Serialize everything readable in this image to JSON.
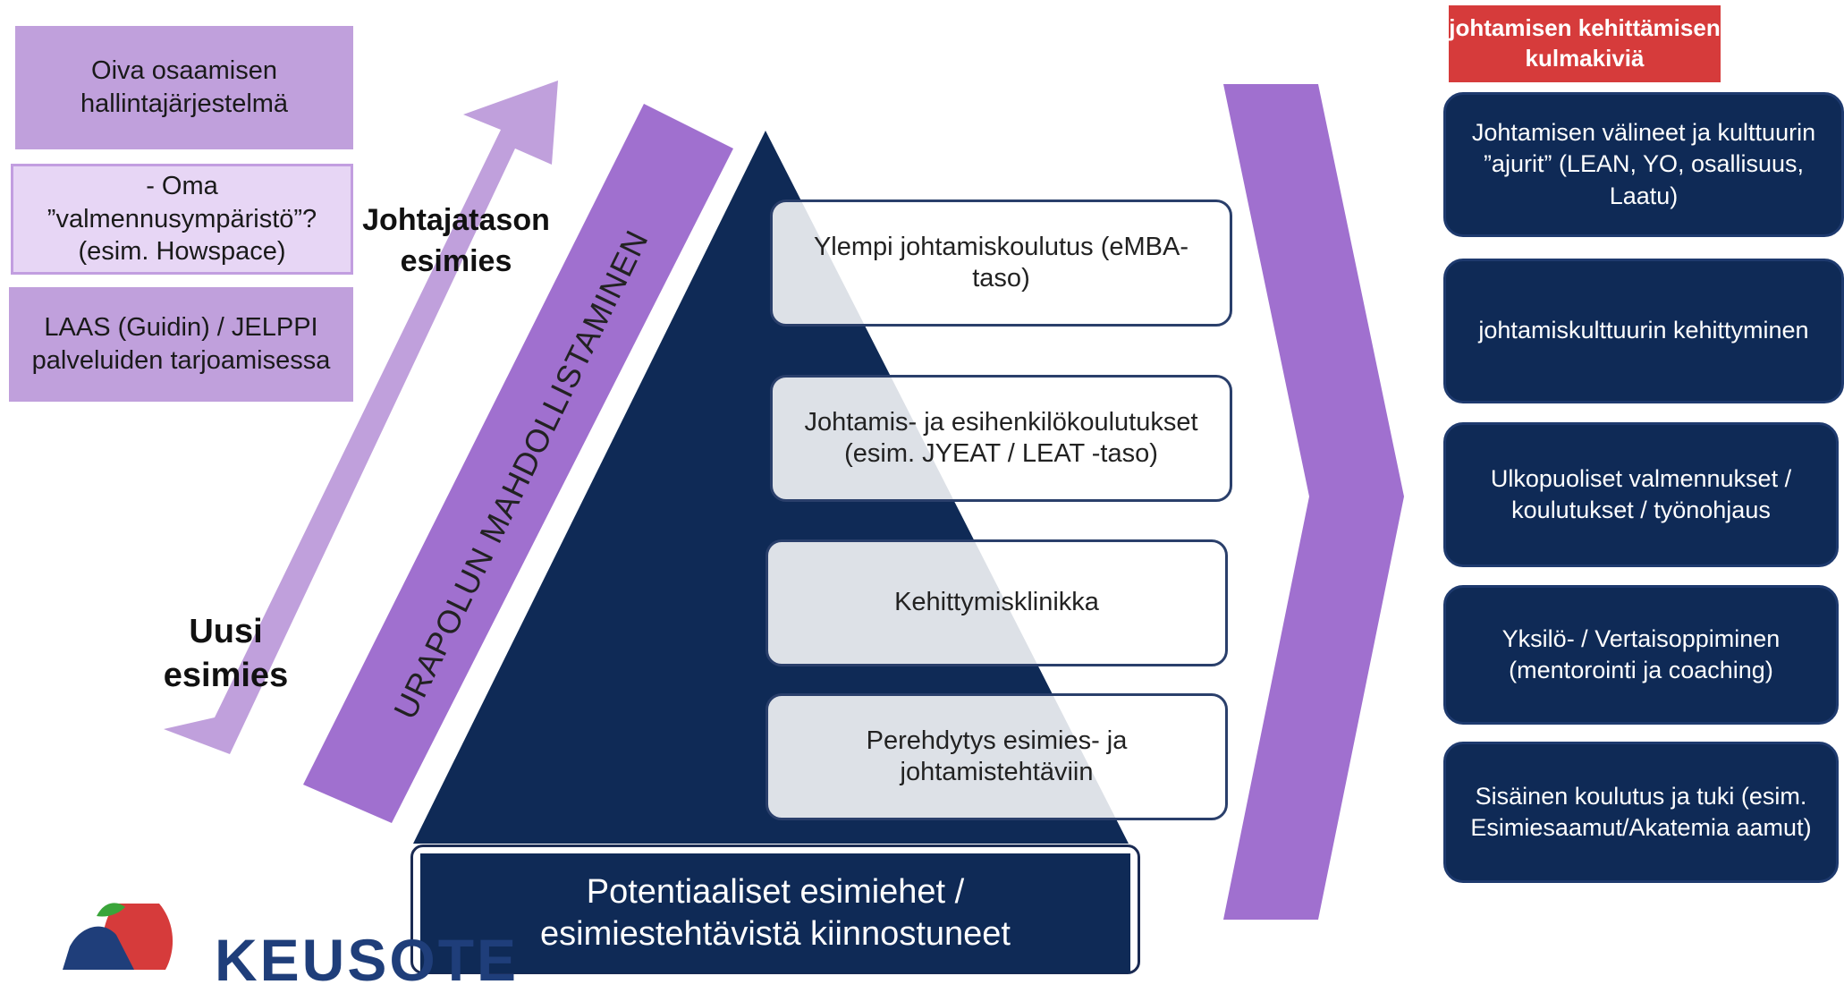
{
  "left_boxes": [
    "Oiva osaamisen hallintajärjestelmä",
    "- Oma ”valmennusympäristö”? (esim. Howspace)",
    "LAAS (Guidin) / JELPPI palveluiden tarjoamisessa"
  ],
  "arrow_labels": {
    "top": "Johtajatason esimies",
    "bottom": "Uusi esimies"
  },
  "vertical_bar_text": "URAPOLUN MAHDOLLISTAMINEN",
  "pyramid_levels": [
    "Ylempi johtamiskoulutus (eMBA-taso)",
    "Johtamis- ja esihenkilökoulutukset (esim. JYEAT / LEAT -taso)",
    "Kehittymisklinikka",
    "Perehdytys esimies- ja johtamistehtäviin"
  ],
  "pyramid_base": "Potentiaaliset esimiehet / esimiestehtävistä kiinnostuneet",
  "right_header": "johtamisen kehittämisen kulmakiviä",
  "right_boxes": [
    "Johtamisen välineet ja kulttuurin ”ajurit” (LEAN, YO, osallisuus, Laatu)",
    "johtamiskulttuurin kehittyminen",
    "Ulkopuoliset valmennukset / koulutukset / työnohjaus",
    "Yksilö- / Vertaisoppiminen (mentorointi ja coaching)",
    "Sisäinen koulutus ja tuki (esim. Esimiesaamut/Akatemia aamut)"
  ],
  "logo_text": "KEUSOTE",
  "colors": {
    "light_purple": "#c0a0dc",
    "medium_purple": "#a070cf",
    "dark_navy": "#0f2a56",
    "red": "#d63b3b"
  }
}
